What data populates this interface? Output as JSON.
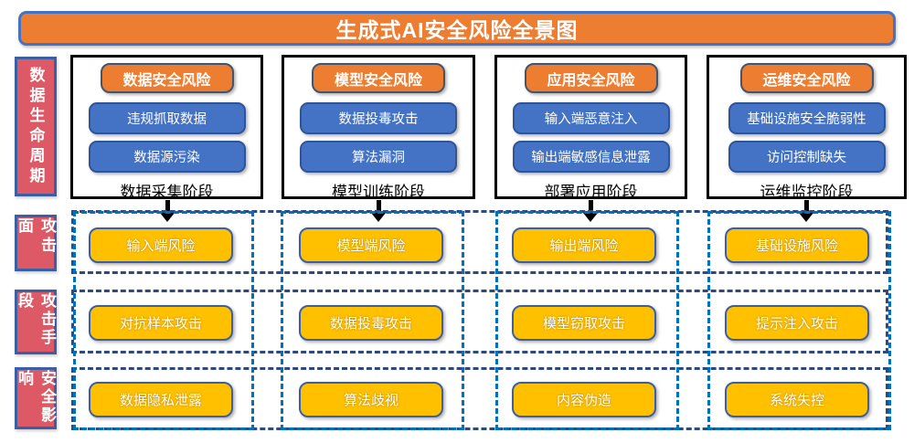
{
  "title": "生成式AI安全风险全景图",
  "colors": {
    "banner_orange": "#ED7D31",
    "banner_border_blue": "#4472C4",
    "side_label_red": "#DE5966",
    "item_blue": "#4472C4",
    "risk_yellow": "#FFC000",
    "column_dash_blue": "#0070C0",
    "row_dash_navy": "#2E4A7D"
  },
  "side_labels": [
    {
      "label": "数据生命周期"
    },
    {
      "label": "攻击面"
    },
    {
      "label": "攻击手段"
    },
    {
      "label": "安全影响"
    }
  ],
  "lifecycle_columns": [
    {
      "header": "数据安全风险",
      "items": [
        "违规抓取数据",
        "数据源污染"
      ],
      "stage": "数据采集阶段"
    },
    {
      "header": "模型安全风险",
      "items": [
        "数据投毒攻击",
        "算法漏洞"
      ],
      "stage": "模型训练阶段"
    },
    {
      "header": "应用安全风险",
      "items": [
        "输入端恶意注入",
        "输出端敏感信息泄露"
      ],
      "stage": "部署应用阶段"
    },
    {
      "header": "运维安全风险",
      "items": [
        "基础设施安全脆弱性",
        "访问控制缺失"
      ],
      "stage": "运维监控阶段"
    }
  ],
  "attack_surface_row": [
    "输入端风险",
    "模型端风险",
    "输出端风险",
    "基础设施风险"
  ],
  "attack_method_row": [
    "对抗样本攻击",
    "数据投毒攻击",
    "模型窃取攻击",
    "提示注入攻击"
  ],
  "impact_row": [
    "数据隐私泄露",
    "算法歧视",
    "内容伪造",
    "系统失控"
  ]
}
